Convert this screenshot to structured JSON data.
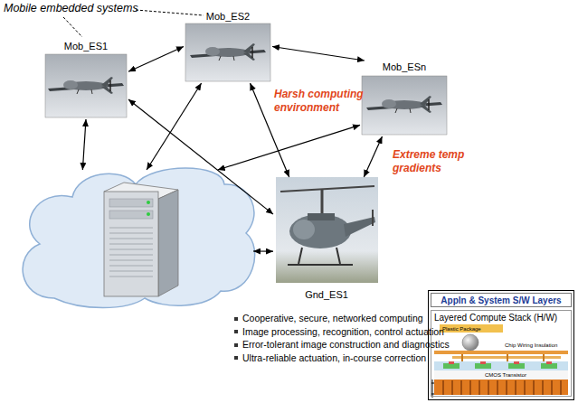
{
  "diagram": {
    "nodes": [
      {
        "text": [
          "Mob_ES1"
        ]
      },
      {
        "text": [
          "Mob_ES2"
        ]
      },
      {
        "text": [
          "Mob_ESn"
        ]
      },
      {
        "text": []
      },
      {
        "text": [
          "Gnd_ES1"
        ]
      },
      {
        "text": [
          "Appln & System S/W Layers"
        ]
      },
      {
        "text": [
          "Layered Compute Stack (H/W)"
        ]
      }
    ],
    "edges": [
      {
        "from": 0,
        "to": 1,
        "arrow": "both"
      },
      {
        "from": 1,
        "to": 2,
        "arrow": "both"
      },
      {
        "from": 0,
        "to": 3,
        "arrow": "both"
      },
      {
        "from": 1,
        "to": 3,
        "arrow": "both"
      },
      {
        "from": 2,
        "to": 3,
        "arrow": "both"
      },
      {
        "from": 1,
        "to": 4,
        "arrow": "both"
      },
      {
        "from": 0,
        "to": 4,
        "arrow": "both"
      },
      {
        "from": 2,
        "to": 4,
        "arrow": "both"
      },
      {
        "from": 3,
        "to": 4,
        "arrow": "both"
      }
    ],
    "labels": [
      "Mobile embedded systems",
      "Harsh computing environment",
      "Extreme temp gradients",
      "Cooperative, secure, networked computing",
      "Image processing, recognition, control actuation",
      "Error-tolerant image construction and diagnostics",
      "Ultra-reliable actuation, in-course correction",
      "Plastic Package",
      "Chip Wiring Insulation",
      "CMOS Transistor"
    ]
  }
}
